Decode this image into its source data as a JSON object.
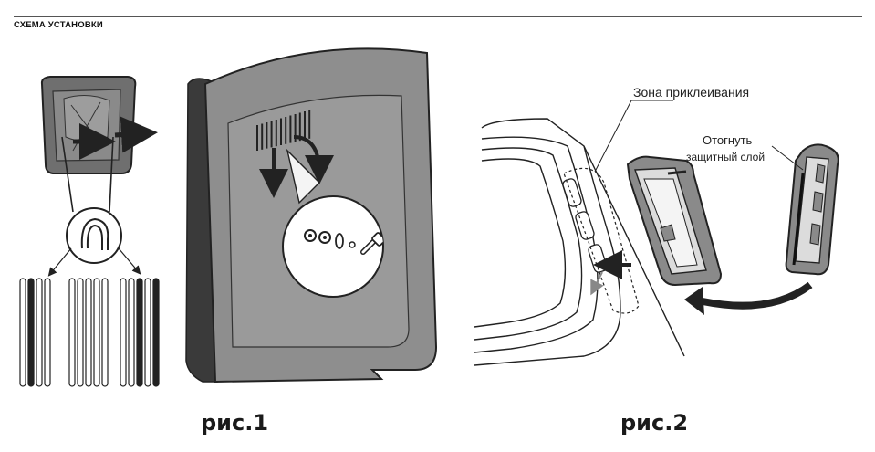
{
  "header": {
    "title": "СХЕМА УСТАНОВКИ"
  },
  "figure1": {
    "label": "рис.1"
  },
  "figure2": {
    "label": "рис.2",
    "zone_label": "Зона приклеивания",
    "peel_label_line1": "Отогнуть",
    "peel_label_line2": "защитный слой"
  },
  "colors": {
    "panel_gray": "#8e8e8e",
    "panel_dark": "#3a3a3a",
    "stroke": "#222222",
    "rule": "#555555"
  }
}
